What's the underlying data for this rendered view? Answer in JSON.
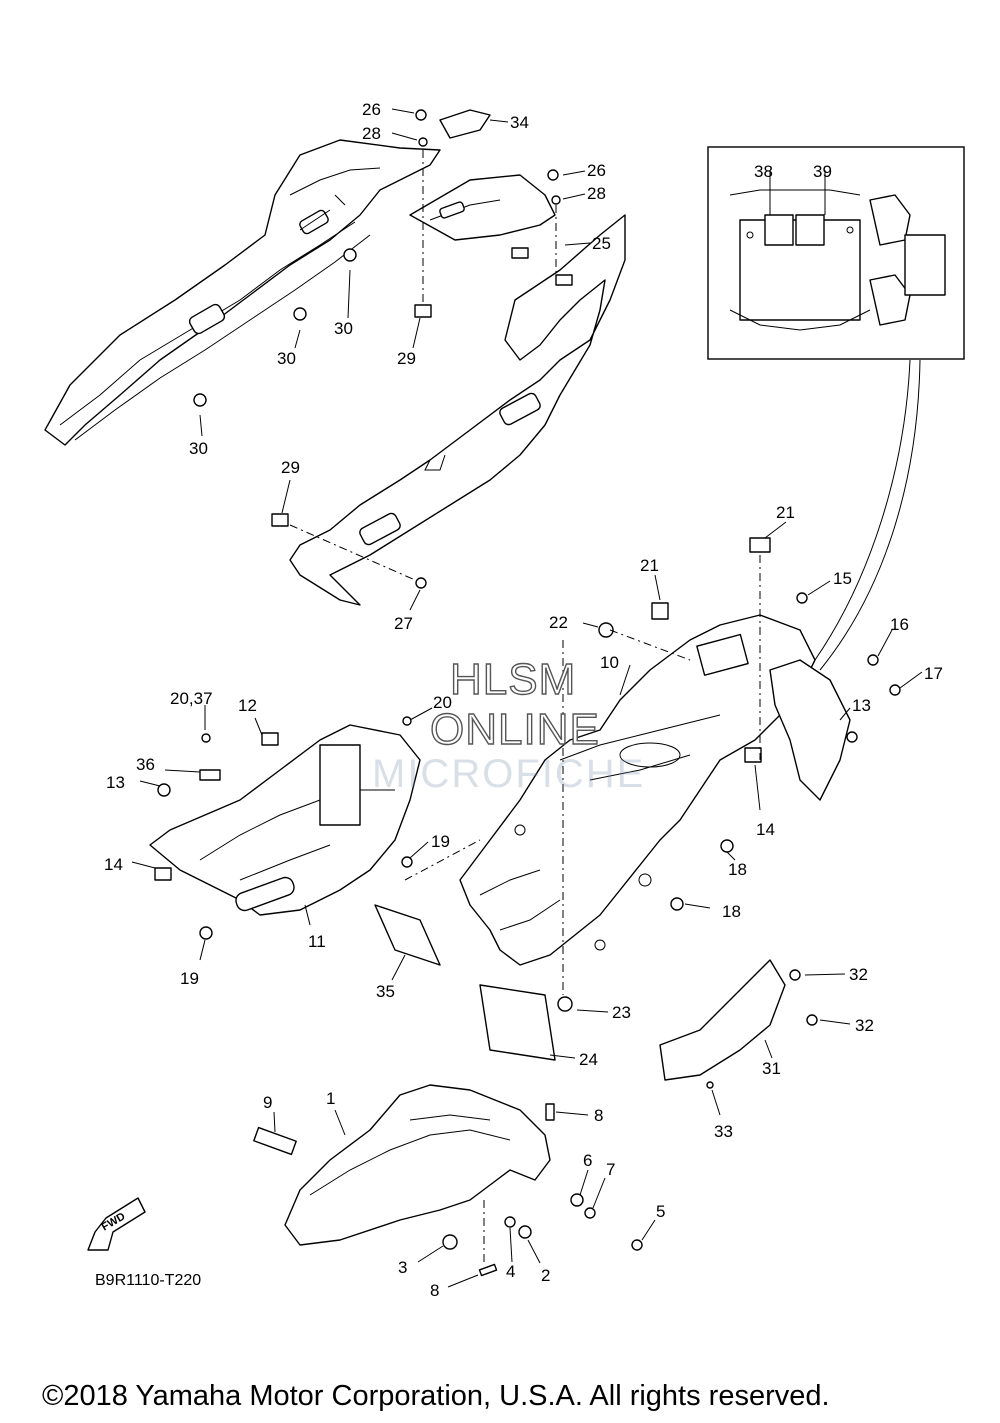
{
  "diagram": {
    "watermark": {
      "line1": "HLSM",
      "line2": "ONLINE",
      "line3": "MICROFICHE"
    },
    "direction_badge": "FWD",
    "diagram_code": "B9R1110-T220",
    "copyright": "©2018 Yamaha Motor Corporation, U.S.A. All rights reserved.",
    "callouts": [
      {
        "id": "c26a",
        "label": "26"
      },
      {
        "id": "c34",
        "label": "34"
      },
      {
        "id": "c28a",
        "label": "28"
      },
      {
        "id": "c26b",
        "label": "26"
      },
      {
        "id": "c28b",
        "label": "28"
      },
      {
        "id": "c25",
        "label": "25"
      },
      {
        "id": "c30a",
        "label": "30"
      },
      {
        "id": "c30b",
        "label": "30"
      },
      {
        "id": "c29a",
        "label": "29"
      },
      {
        "id": "c30c",
        "label": "30"
      },
      {
        "id": "c38",
        "label": "38"
      },
      {
        "id": "c39",
        "label": "39"
      },
      {
        "id": "c29b",
        "label": "29"
      },
      {
        "id": "c27",
        "label": "27"
      },
      {
        "id": "c21a",
        "label": "21"
      },
      {
        "id": "c21b",
        "label": "21"
      },
      {
        "id": "c15",
        "label": "15"
      },
      {
        "id": "c22",
        "label": "22"
      },
      {
        "id": "c16",
        "label": "16"
      },
      {
        "id": "c10",
        "label": "10"
      },
      {
        "id": "c17",
        "label": "17"
      },
      {
        "id": "c2037",
        "label": "20,37"
      },
      {
        "id": "c12",
        "label": "12"
      },
      {
        "id": "c20",
        "label": "20"
      },
      {
        "id": "c13a",
        "label": "13"
      },
      {
        "id": "c36",
        "label": "36"
      },
      {
        "id": "c13b",
        "label": "13"
      },
      {
        "id": "c14a",
        "label": "14"
      },
      {
        "id": "c19a",
        "label": "19"
      },
      {
        "id": "c14b",
        "label": "14"
      },
      {
        "id": "c18a",
        "label": "18"
      },
      {
        "id": "c11",
        "label": "11"
      },
      {
        "id": "c18b",
        "label": "18"
      },
      {
        "id": "c19b",
        "label": "19"
      },
      {
        "id": "c35",
        "label": "35"
      },
      {
        "id": "c32a",
        "label": "32"
      },
      {
        "id": "c23",
        "label": "23"
      },
      {
        "id": "c32b",
        "label": "32"
      },
      {
        "id": "c24",
        "label": "24"
      },
      {
        "id": "c31",
        "label": "31"
      },
      {
        "id": "c9",
        "label": "9"
      },
      {
        "id": "c1",
        "label": "1"
      },
      {
        "id": "c8a",
        "label": "8"
      },
      {
        "id": "c33",
        "label": "33"
      },
      {
        "id": "c6",
        "label": "6"
      },
      {
        "id": "c7",
        "label": "7"
      },
      {
        "id": "c5",
        "label": "5"
      },
      {
        "id": "c3",
        "label": "3"
      },
      {
        "id": "c4",
        "label": "4"
      },
      {
        "id": "c2",
        "label": "2"
      },
      {
        "id": "c8b",
        "label": "8"
      }
    ]
  }
}
